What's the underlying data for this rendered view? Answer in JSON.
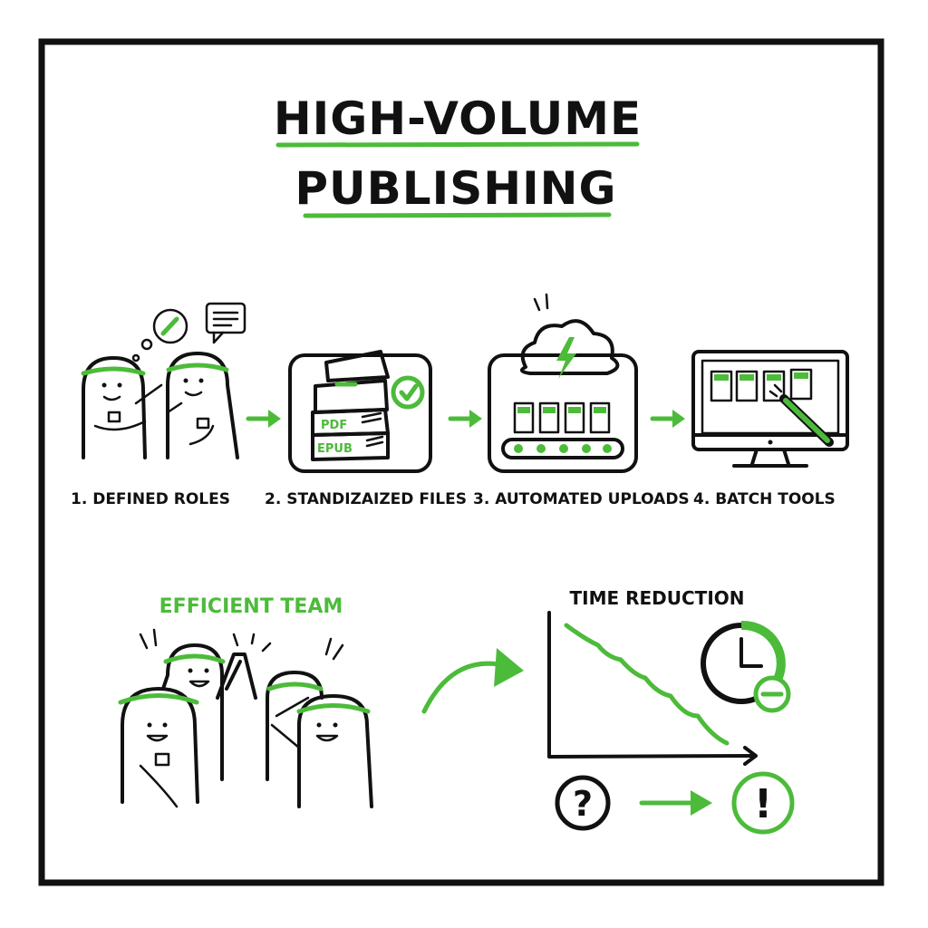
{
  "title": {
    "line1": "HIGH-VOLUME",
    "line2": "PUBLISHING"
  },
  "steps": [
    {
      "label": "1. DEFINED ROLES",
      "icon": "team-roles-icon"
    },
    {
      "label": "2. STANDIZAIZED FILES",
      "icon": "book-stack-icon",
      "book_labels": [
        "PDF",
        "EPUB"
      ]
    },
    {
      "label": "3. AUTOMATED UPLOADS",
      "icon": "cloud-conveyor-icon"
    },
    {
      "label": "4. BATCH TOOLS",
      "icon": "monitor-icon"
    }
  ],
  "team": {
    "label": "EFFICIENT TEAM"
  },
  "result": {
    "label": "TIME REDUCTION",
    "question": "?",
    "exclamation": "!"
  },
  "colors": {
    "accent": "#4cbb3a",
    "ink": "#111111",
    "background": "#ffffff"
  }
}
